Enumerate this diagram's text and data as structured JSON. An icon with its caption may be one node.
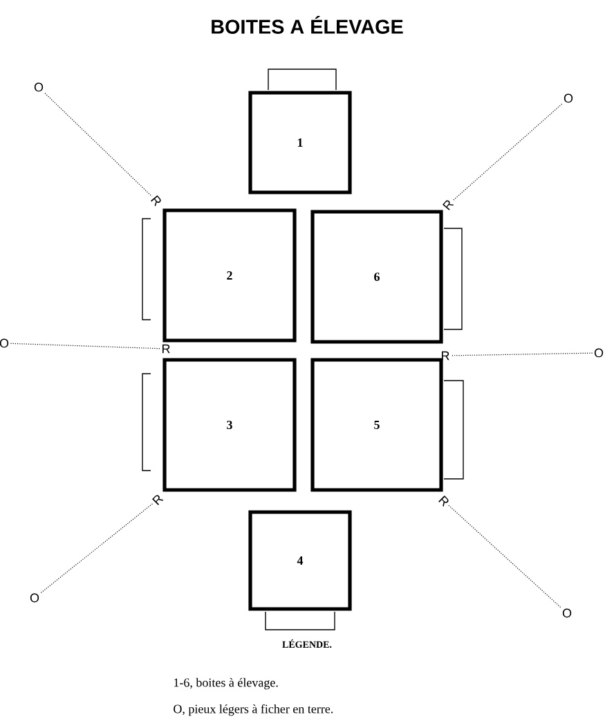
{
  "diagram": {
    "title": "BOITES A ÉLEVAGE",
    "nodes": [
      {
        "text": [
          "O"
        ]
      },
      {
        "text": [
          "O"
        ]
      },
      {
        "text": [
          "1"
        ]
      },
      {
        "text": [
          "R"
        ]
      },
      {
        "text": [
          "R"
        ]
      },
      {
        "text": [
          "2"
        ]
      },
      {
        "text": [
          "6"
        ]
      },
      {
        "text": [
          "O"
        ]
      },
      {
        "text": [
          "R"
        ]
      },
      {
        "text": [
          "R"
        ]
      },
      {
        "text": [
          "O"
        ]
      },
      {
        "text": [
          "3"
        ]
      },
      {
        "text": [
          "5"
        ]
      },
      {
        "text": [
          "R"
        ]
      },
      {
        "text": [
          "R"
        ]
      },
      {
        "text": [
          "4"
        ]
      },
      {
        "text": [
          "O"
        ]
      },
      {
        "text": [
          "O"
        ]
      }
    ],
    "edges": [
      {
        "from": 0,
        "to": 3,
        "arrow": "none",
        "style": "dashed"
      },
      {
        "from": 1,
        "to": 4,
        "arrow": "none",
        "style": "dashed"
      },
      {
        "from": 7,
        "to": 8,
        "arrow": "none",
        "style": "dashed"
      },
      {
        "from": 10,
        "to": 9,
        "arrow": "none",
        "style": "dashed"
      },
      {
        "from": 16,
        "to": 13,
        "arrow": "none",
        "style": "dashed"
      },
      {
        "from": 17,
        "to": 14,
        "arrow": "none",
        "style": "dashed"
      }
    ],
    "labels": [
      "LÉGENDE.",
      "1-6, boites à élevage.",
      "O, pieux légers à ficher en terre."
    ]
  }
}
